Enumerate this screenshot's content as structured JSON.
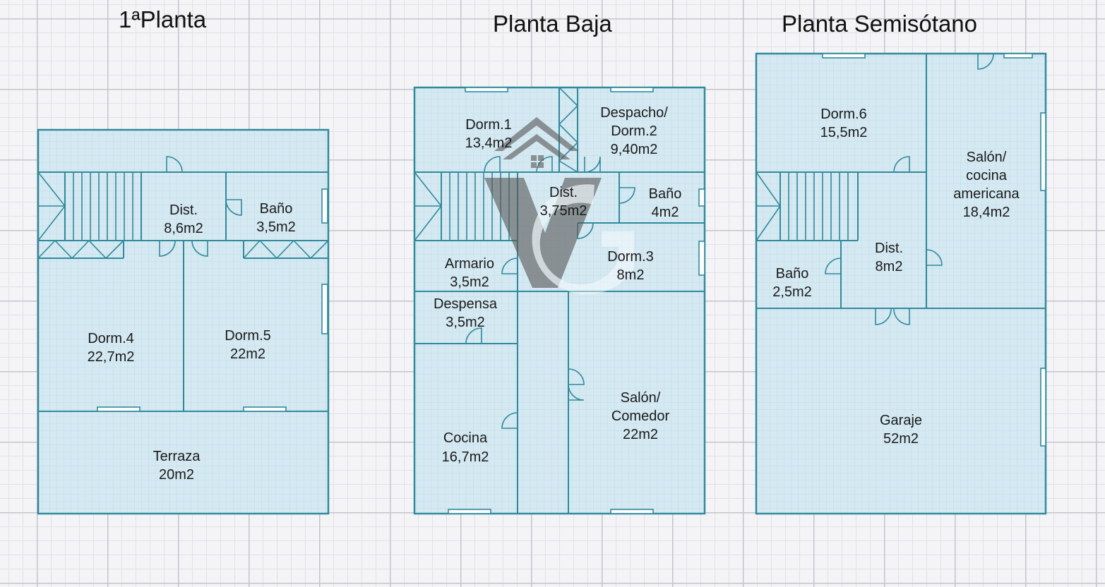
{
  "floors": [
    {
      "title": "1ªPlanta",
      "rooms": [
        {
          "name": "Dist.",
          "area": "8,6m2"
        },
        {
          "name": "Baño",
          "area": "3,5m2"
        },
        {
          "name": "Dorm.4",
          "area": "22,7m2"
        },
        {
          "name": "Dorm.5",
          "area": "22m2"
        },
        {
          "name": "Terraza",
          "area": "20m2"
        }
      ]
    },
    {
      "title": "Planta Baja",
      "rooms": [
        {
          "name": "Dorm.1",
          "area": "13,4m2"
        },
        {
          "name": "Despacho/",
          "name2": "Dorm.2",
          "area": "9,40m2"
        },
        {
          "name": "Dist.",
          "area": "3,75m2"
        },
        {
          "name": "Baño",
          "area": "4m2"
        },
        {
          "name": "Armario",
          "area": "3,5m2"
        },
        {
          "name": "Dorm.3",
          "area": "8m2"
        },
        {
          "name": "Despensa",
          "area": "3,5m2"
        },
        {
          "name": "Cocina",
          "area": "16,7m2"
        },
        {
          "name": "Salón/",
          "name2": "Comedor",
          "area": "22m2"
        }
      ]
    },
    {
      "title": "Planta Semisótano",
      "rooms": [
        {
          "name": "Dorm.6",
          "area": "15,5m2"
        },
        {
          "name": "Salón/",
          "name2": "cocina",
          "name3": "americana",
          "area": "18,4m2"
        },
        {
          "name": "Dist.",
          "area": "8m2"
        },
        {
          "name": "Baño",
          "area": "2,5m2"
        },
        {
          "name": "Garaje",
          "area": "52m2"
        }
      ]
    }
  ],
  "watermark": {
    "letters": "VG",
    "icon": "house-logo-icon"
  },
  "colors": {
    "room_fill": "#d5e9f2",
    "wall": "#2f8a9c",
    "watermark": "#5a5a5a"
  }
}
